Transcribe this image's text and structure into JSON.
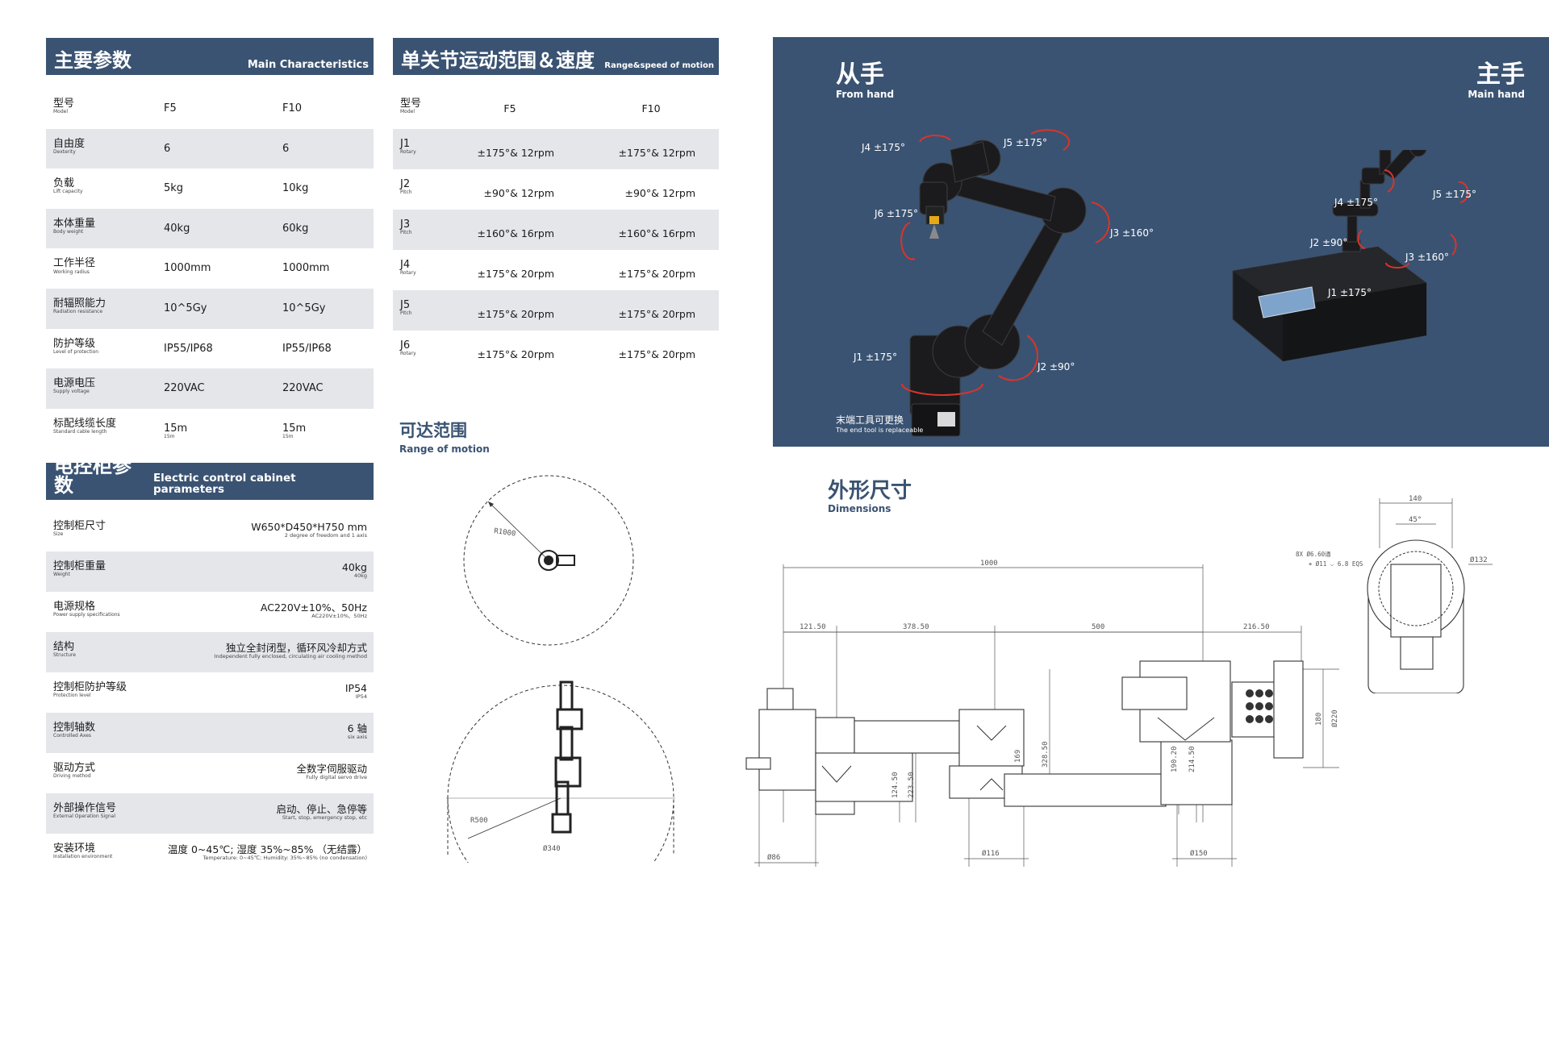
{
  "main": {
    "title_zh": "主要参数",
    "title_en": "Main Characteristics",
    "rows": [
      {
        "zh": "型号",
        "en": "Model",
        "f5": "F5",
        "f10": "F10"
      },
      {
        "zh": "自由度",
        "en": "Dexterity",
        "f5": "6",
        "f10": "6"
      },
      {
        "zh": "负载",
        "en": "Lift capacity",
        "f5": "5kg",
        "f10": "10kg"
      },
      {
        "zh": "本体重量",
        "en": "Body weight",
        "f5": "40kg",
        "f10": "60kg"
      },
      {
        "zh": "工作半径",
        "en": "Working radius",
        "f5": "1000mm",
        "f10": "1000mm"
      },
      {
        "zh": "耐辐照能力",
        "en": "Radiation resistance",
        "f5": "10^5Gy",
        "f10": "10^5Gy"
      },
      {
        "zh": "防护等级",
        "en": "Level of protection",
        "f5": "IP55/IP68",
        "f10": "IP55/IP68"
      },
      {
        "zh": "电源电压",
        "en": "Supply voltage",
        "f5": "220VAC",
        "f10": "220VAC"
      },
      {
        "zh": "标配线缆长度",
        "en": "Standard cable length",
        "f5": "15m",
        "f10": "15m",
        "f5_sub": "15m",
        "f10_sub": "15m"
      }
    ]
  },
  "joint": {
    "title_zh": "单关节运动范围＆速度",
    "title_en": "Range&speed of motion",
    "header": {
      "zh": "型号",
      "en": "Model",
      "f5": "F5",
      "f10": "F10"
    },
    "rows": [
      {
        "zh": "J1",
        "en": "Rotary",
        "f5": "±175°& 12rpm",
        "f10": "±175°& 12rpm"
      },
      {
        "zh": "J2",
        "en": "Pitch",
        "f5": "±90°& 12rpm",
        "f10": "±90°& 12rpm"
      },
      {
        "zh": "J3",
        "en": "Pitch",
        "f5": "±160°& 16rpm",
        "f10": "±160°& 16rpm"
      },
      {
        "zh": "J4",
        "en": "Rotary",
        "f5": "±175°& 20rpm",
        "f10": "±175°& 20rpm"
      },
      {
        "zh": "J5",
        "en": "Pitch",
        "f5": "±175°& 20rpm",
        "f10": "±175°& 20rpm"
      },
      {
        "zh": "J6",
        "en": "Rotary",
        "f5": "±175°& 20rpm",
        "f10": "±175°& 20rpm"
      }
    ]
  },
  "cabinet": {
    "title_zh": "电控柜参数",
    "title_en": "Electric control cabinet parameters",
    "rows": [
      {
        "zh": "控制柜尺寸",
        "en": "Size",
        "val": "W650*D450*H750 mm",
        "sub": "2 degree of freedom and 1 axis"
      },
      {
        "zh": "控制柜重量",
        "en": "Weight",
        "val": "40kg",
        "sub": "40kg"
      },
      {
        "zh": "电源规格",
        "en": "Power supply specifications",
        "val": "AC220V±10%、50Hz",
        "sub": "AC220V±10%、50Hz"
      },
      {
        "zh": "结构",
        "en": "Structure",
        "val": "独立全封闭型，循环风冷却方式",
        "sub": "Independent fully enclosed, circulating air cooling method"
      },
      {
        "zh": "控制柜防护等级",
        "en": "Protection level",
        "val": "IP54",
        "sub": "IP54"
      },
      {
        "zh": "控制轴数",
        "en": "Controlled Axes",
        "val": "6 轴",
        "sub": "six axis"
      },
      {
        "zh": "驱动方式",
        "en": "Driving method",
        "val": "全数字伺服驱动",
        "sub": "Fully digital servo drive"
      },
      {
        "zh": "外部操作信号",
        "en": "External Operation Signal",
        "val": "启动、停止、急停等",
        "sub": "Start, stop, emergency stop, etc"
      },
      {
        "zh": "安装环境",
        "en": "Installation environment",
        "val": "温度 0~45℃;  湿度 35%~85% （无结露）",
        "sub": "Temperature: 0~45℃; Humidity: 35%~85% (no condensation)"
      }
    ]
  },
  "range": {
    "title_zh": "可达范围",
    "title_en": "Range of motion",
    "r1000": "R1000",
    "r500": "R500",
    "d340": "Ø340"
  },
  "hands": {
    "from_zh": "从手",
    "from_en": "From hand",
    "main_zh": "主手",
    "main_en": "Main hand",
    "note_zh": "末端工具可更换",
    "note_en": "The end tool is replaceable",
    "from_labels": {
      "j1": "J1 ±175°",
      "j2": "J2 ±90°",
      "j3": "J3 ±160°",
      "j4": "J4 ±175°",
      "j5": "J5 ±175°",
      "j6": "J6 ±175°"
    },
    "main_labels": {
      "j1": "J1 ±175°",
      "j2": "J2 ±90°",
      "j3": "J3 ±160°",
      "j4": "J4 ±175°",
      "j5": "J5 ±175°"
    }
  },
  "dims": {
    "title_zh": "外形尺寸",
    "title_en": "Dimensions",
    "values": {
      "d1000": "1000",
      "d121": "121.50",
      "d378": "378.50",
      "d500": "500",
      "d216": "216.50",
      "d86": "Ø86",
      "d116": "Ø116",
      "d150": "Ø150",
      "v124": "124.50",
      "v223": "223.50",
      "v169": "169",
      "v328": "328.50",
      "v190": "190.20",
      "v214": "214.50",
      "v180": "180",
      "v220": "Ø220",
      "t140": "140",
      "t45": "45°",
      "t_holes": "8X Ø6.60通",
      "t_hole2": "⌖ Ø11 ⌵ 6.8  EQS",
      "t132": "Ø132"
    }
  },
  "colors": {
    "brand": "#3a5372",
    "row_alt": "#e4e6ea",
    "arrow": "#d9342b"
  }
}
